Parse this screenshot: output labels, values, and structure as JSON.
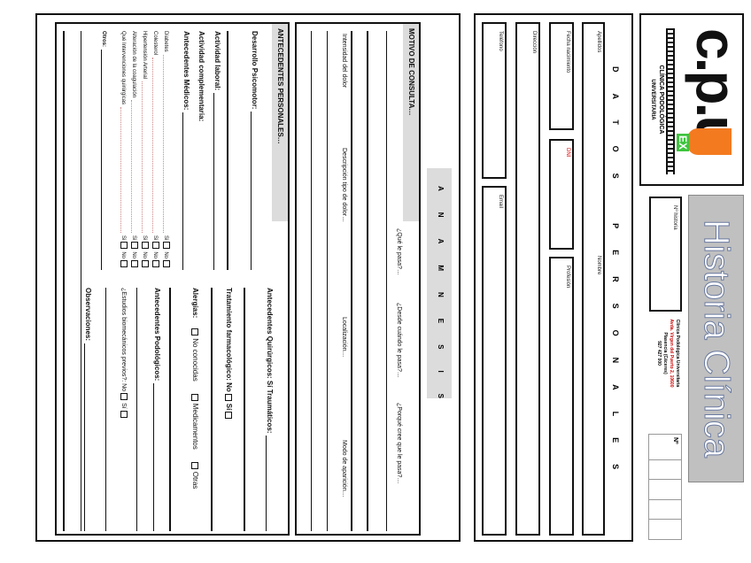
{
  "header": {
    "logo": {
      "letters": "c.p.u",
      "badge": "EX",
      "line1": "CLÍNICA PODOLÓGICA",
      "line2": "UNIVERSITARIA"
    },
    "title": "Historia Clínica",
    "history_number_label": "Nº historia",
    "address": [
      "Clínica Podológica Universitaria",
      "Avda. Virgen del Puerto 2, 10600",
      "Plasencia (Cáceres)",
      "927 427 000"
    ],
    "number_table_label": "Nº",
    "colors": {
      "title_bg": "#c0c0c0",
      "logo_orange": "#f47a20",
      "logo_green": "#3ec43e"
    }
  },
  "personal": {
    "title": "DATOS PERSONALES",
    "fields": {
      "surname": "Apellidos",
      "name": "Nombre",
      "birthdate": "Fecha nacimiento",
      "dni": "DNI",
      "profession": "Profesión",
      "address": "Dirección",
      "phone": "Teléfono",
      "email": "Email"
    }
  },
  "anamnesis": {
    "title": "ANAMNESIS",
    "motivo": {
      "title": "MOTIVO DE CONSULTA…",
      "questions": [
        "¿Qué le pasa?…",
        "¿Desde cuándo le pasa?…",
        "¿Porqué cree que le pasa?…"
      ],
      "details": [
        "Intensidad del dolor",
        "Descripción tipo de dolor…",
        "Localización…",
        "Modo de aparición…"
      ]
    },
    "antecedentes": {
      "title": "ANTECEDENTES PERSONALES…",
      "left": {
        "psicomotor": "Desarrollo Psicomotor:",
        "laboral": "Actividad laboral:",
        "complementaria": "Actividad complementaria:",
        "medicos": "Antecedentes Médicos:",
        "conditions": [
          "Diabetes",
          "Colesterol",
          "Hipertensión Arterial",
          "Alteración de la coagulación",
          "Qué Intervenciones quirúrgicas"
        ],
        "yes": "Si",
        "no": "No",
        "otros": "Otros:"
      },
      "right": {
        "quirurgicos": "Antecedentes Quirúrgicos: Sí   Traumáticos:",
        "farmacologico": "Tratamiento farmacológico: No",
        "farmacologico_yes": "Sí",
        "alergias": "Alergias:",
        "alergias_options": [
          "No conocidas",
          "Medicamentos",
          "Otras"
        ],
        "podologicos": "Antecedentes Podológicos:",
        "biomecanicos": "¿Estudios biomecánicos previos?: No",
        "biomecanicos_yes": "Sí",
        "observaciones": "Observaciones:"
      }
    }
  }
}
